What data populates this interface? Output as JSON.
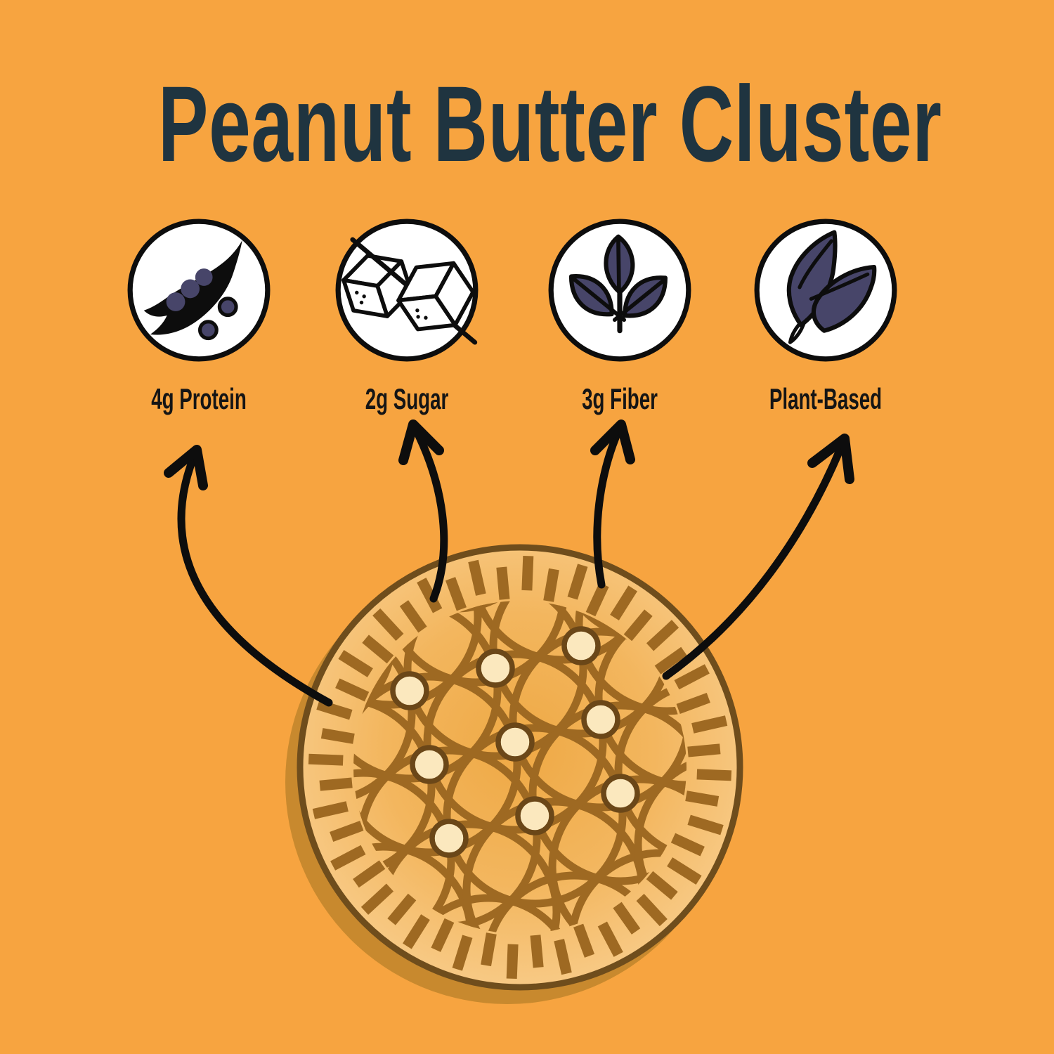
{
  "title": "Peanut Butter Cluster",
  "features": [
    {
      "label": "4g Protein",
      "icon": "pea-pod-icon"
    },
    {
      "label": "2g Sugar",
      "icon": "no-sugar-cubes-icon"
    },
    {
      "label": "3g Fiber",
      "icon": "fiber-leaves-icon"
    },
    {
      "label": "Plant-Based",
      "icon": "plant-leaves-icon"
    }
  ],
  "illustration": {
    "name": "peanut-butter-cluster-cookie",
    "peanut_dot_count": 9
  },
  "colors": {
    "background": "#F7A440",
    "title_text": "#1F3440",
    "label_text": "#151515",
    "icon_fill": "#FFFFFF",
    "icon_outline": "#0D0D0D",
    "accent_purple": "#474569",
    "arrow": "#0D0D0D",
    "cookie_center": "#EFA945",
    "cookie_mid": "#F3B65E",
    "cookie_edge": "#F8CB88",
    "cookie_outline": "#6F4D1C",
    "cookie_pattern": "#9E6922",
    "cookie_shadow": "#C8892E",
    "peanut_dot_fill": "#FBE8BE",
    "peanut_dot_ring": "#6B4718"
  }
}
